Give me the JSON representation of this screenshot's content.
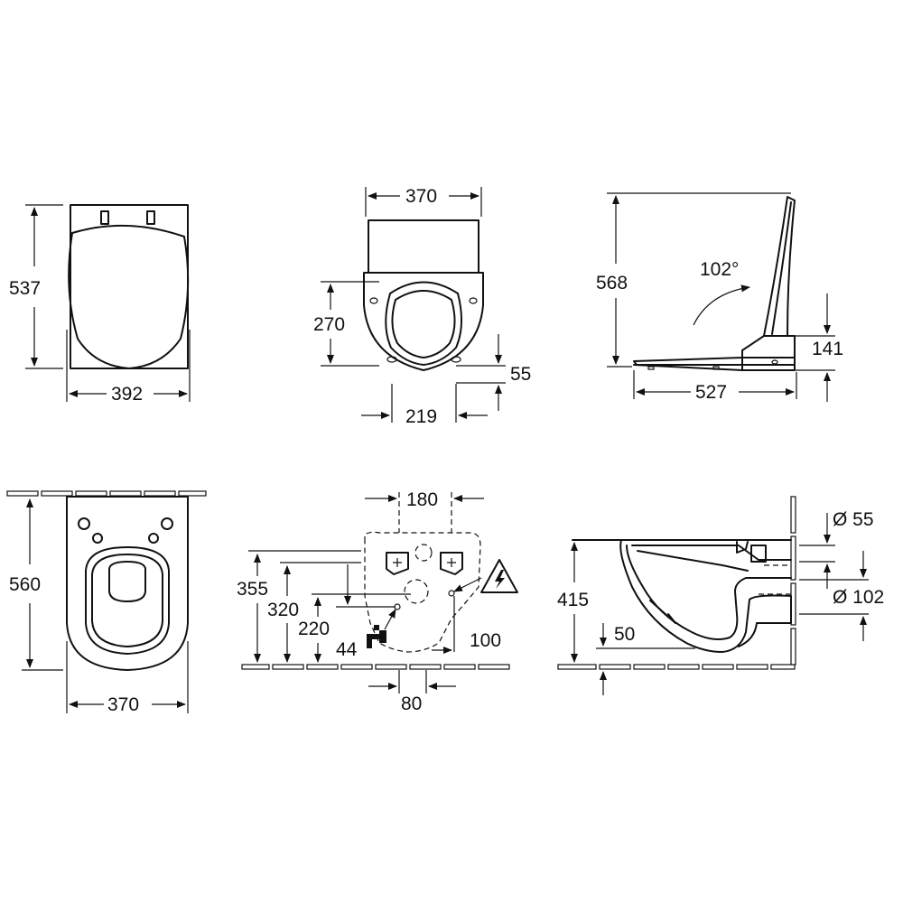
{
  "dimensions": {
    "seat_top": {
      "height": "537",
      "width": "392"
    },
    "bowl_top": {
      "width": "370",
      "depth": "270",
      "hole_spacing": "219",
      "edge_offset": "55"
    },
    "seat_side": {
      "height": "568",
      "angle": "102°",
      "length": "527",
      "hinge_height": "141"
    },
    "bowl_back": {
      "height": "560",
      "width": "370"
    },
    "installation": {
      "bolt_spacing": "180",
      "h1": "355",
      "h2": "320",
      "h3": "220",
      "water_offset": "44",
      "power_offset": "100",
      "drain_spacing": "80"
    },
    "bowl_section": {
      "outlet_dia": "Ø 55",
      "inlet_dia": "Ø 102",
      "rim_height": "415",
      "floor_offset": "50"
    }
  }
}
